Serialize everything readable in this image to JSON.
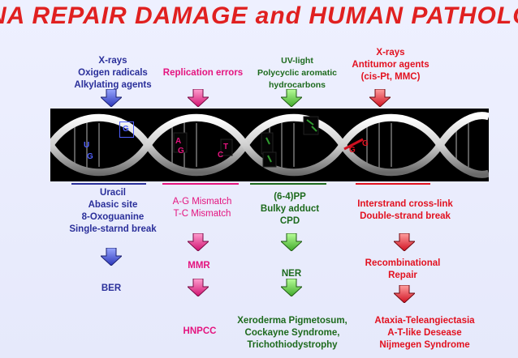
{
  "title": "NA REPAIR DAMAGE and HUMAN PATHOLOG",
  "colors": {
    "title": "#e02020",
    "ber": "#2a2f9a",
    "mmr": "#e4147f",
    "ner": "#1d6a1d",
    "recombination": "#e2111f"
  },
  "columns": {
    "ber": {
      "agents": [
        "X-rays",
        "Oxigen radicals",
        "Alkylating agents"
      ],
      "lesions": [
        "Uracil",
        "Abasic site",
        "8-Oxoguanine",
        "Single-starnd break"
      ],
      "repair": "BER",
      "dna_marks": [
        "U",
        "G",
        "G"
      ]
    },
    "mmr": {
      "agents": [
        "Replication errors"
      ],
      "lesions": [
        "A-G Mismatch",
        "T-C Mismatch"
      ],
      "repair": "MMR",
      "disease": [
        "HNPCC"
      ],
      "dna_marks": [
        "A",
        "G",
        "T",
        "C"
      ]
    },
    "ner": {
      "agents": [
        "UV-light",
        "Polycyclic aromatic",
        "hydrocarbons"
      ],
      "lesions": [
        "(6-4)PP",
        "Bulky adduct",
        "CPD"
      ],
      "repair": "NER",
      "disease": [
        "Xeroderma Pigmetosum,",
        "Cockayne Syndrome,",
        "Trichothiodystrophy"
      ]
    },
    "recombination": {
      "agents": [
        "X-rays",
        "Antitumor agents",
        "(cis-Pt, MMC)"
      ],
      "lesions": [
        "Interstrand cross-link",
        "Double-strand break"
      ],
      "repair": [
        "Recombinational",
        "Repair"
      ],
      "disease": [
        "Ataxia-Teleangiectasia",
        "A-T-like Desease",
        "Nijmegen Syndrome"
      ],
      "dna_marks": [
        "G",
        "G"
      ]
    }
  }
}
